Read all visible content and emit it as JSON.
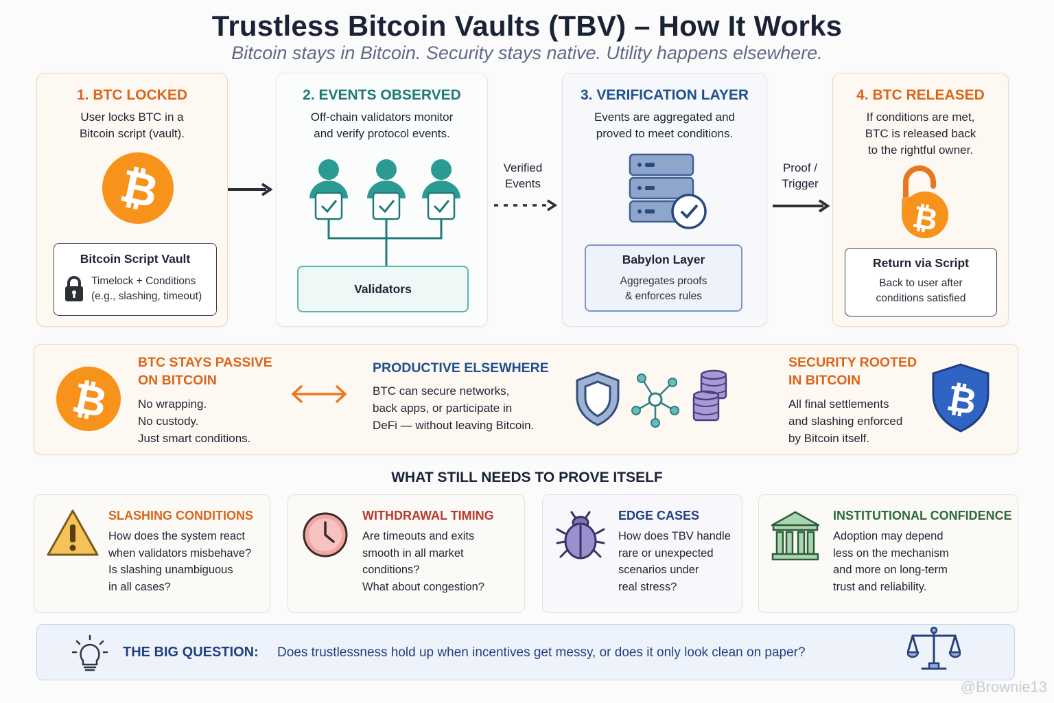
{
  "header": {
    "title": "Trustless Bitcoin Vaults (TBV) – How It Works",
    "subtitle": "Bitcoin stays in Bitcoin. Security stays native. Utility happens elsewhere."
  },
  "steps": [
    {
      "title": "1. BTC LOCKED",
      "desc_lines": [
        "User locks BTC in a",
        "Bitcoin script (vault)."
      ],
      "box_title": "Bitcoin Script Vault",
      "box_lines": [
        "Timelock + Conditions",
        "(e.g., slashing, timeout)"
      ],
      "icon": "bitcoin-coin-icon"
    },
    {
      "title": "2. EVENTS OBSERVED",
      "desc_lines": [
        "Off-chain validators monitor",
        "and verify protocol events."
      ],
      "box_title": "Validators",
      "icon": "validators-network-icon"
    },
    {
      "title": "3. VERIFICATION LAYER",
      "desc_lines": [
        "Events are aggregated and",
        "proved to meet conditions."
      ],
      "box_title": "Babylon Layer",
      "box_lines": [
        "Aggregates proofs",
        "& enforces rules"
      ],
      "icon": "server-check-icon"
    },
    {
      "title": "4. BTC RELEASED",
      "desc_lines": [
        "If conditions are met,",
        "BTC is released back",
        "to the rightful owner."
      ],
      "box_title": "Return via Script",
      "box_lines": [
        "Back to user after",
        "conditions satisfied"
      ],
      "icon": "unlocked-bitcoin-icon"
    }
  ],
  "arrows": [
    {
      "label_lines": [
        "Verified",
        "Events"
      ]
    },
    {
      "label_lines": [
        "Proof /",
        "Trigger"
      ]
    }
  ],
  "middle": {
    "passive": {
      "head_lines": [
        "BTC STAYS PASSIVE",
        "ON BITCOIN"
      ],
      "text_lines": [
        "No wrapping.",
        "No custody.",
        "Just smart conditions."
      ]
    },
    "productive": {
      "head": "PRODUCTIVE ELSEWHERE",
      "text_lines": [
        "BTC can secure networks,",
        "back apps, or participate in",
        "DeFi — without leaving Bitcoin."
      ]
    },
    "security": {
      "head_lines": [
        "SECURITY ROOTED",
        "IN BITCOIN"
      ],
      "text_lines": [
        "All final settlements",
        "and slashing enforced",
        "by Bitcoin itself."
      ]
    }
  },
  "prove": {
    "heading": "WHAT STILL NEEDS TO PROVE ITSELF",
    "items": [
      {
        "title": "SLASHING CONDITIONS",
        "lines": [
          "How does the system react",
          "when validators misbehave?",
          "Is slashing unambiguous",
          "in all cases?"
        ],
        "icon": "warning-icon"
      },
      {
        "title": "WITHDRAWAL TIMING",
        "lines": [
          "Are timeouts and exits",
          "smooth in all market",
          "conditions?",
          "What about congestion?"
        ],
        "icon": "clock-icon"
      },
      {
        "title": "EDGE CASES",
        "lines": [
          "How does TBV handle",
          "rare or unexpected",
          "scenarios under",
          "real stress?"
        ],
        "icon": "bug-icon"
      },
      {
        "title": "INSTITUTIONAL CONFIDENCE",
        "lines": [
          "Adoption may depend",
          "less on the mechanism",
          "and more on long-term",
          "trust and reliability."
        ],
        "icon": "bank-icon"
      }
    ]
  },
  "big_question": {
    "label": "THE BIG QUESTION:",
    "text": "Does trustlessness hold up when incentives get messy, or does it only look clean on paper?"
  },
  "watermark": "@Brownie13",
  "colors": {
    "orange": "#d9661a",
    "teal": "#1f7a78",
    "navy": "#1f4f8f",
    "green": "#2e6b3a",
    "bitcoin": "#f7931a"
  }
}
